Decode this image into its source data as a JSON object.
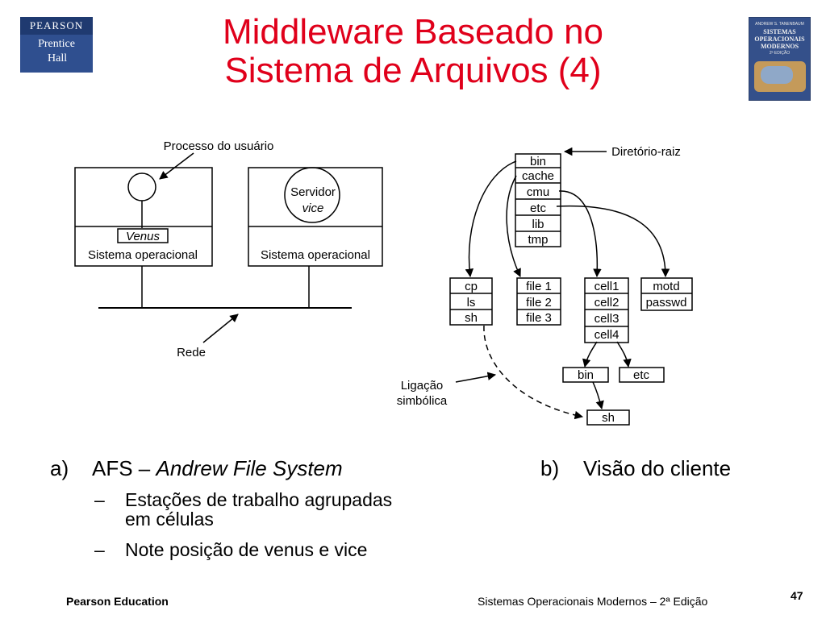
{
  "publisher_logo": {
    "line1": "PEARSON",
    "line2": "Prentice",
    "line3": "Hall"
  },
  "book_cover": {
    "author": "ANDREW S. TANENBAUM",
    "title_line1": "SISTEMAS",
    "title_line2": "OPERACIONAIS",
    "title_line3": "MODERNOS",
    "edition": "2ª EDIÇÃO"
  },
  "title": {
    "line1": "Middleware Baseado no",
    "line2": "Sistema de Arquivos (4)"
  },
  "figure_a": {
    "user_process_label": "Processo do usuário",
    "server_line1": "Servidor",
    "server_line2": "vice",
    "venus_label": "Venus",
    "os_label_left": "Sistema operacional",
    "os_label_right": "Sistema operacional",
    "network_label": "Rede"
  },
  "figure_b": {
    "root_label": "Diretório-raiz",
    "root_entries": [
      "bin",
      "cache",
      "cmu",
      "etc",
      "lib",
      "tmp"
    ],
    "bin_entries": [
      "cp",
      "ls",
      "sh"
    ],
    "cache_entries": [
      "file 1",
      "file 2",
      "file 3"
    ],
    "cmu_entries": [
      "cell1",
      "cell2",
      "cell3",
      "cell4"
    ],
    "etc_entries": [
      "motd",
      "passwd"
    ],
    "cell_entries": [
      "bin",
      "etc"
    ],
    "sh_target": "sh",
    "symlink_line1": "Ligação",
    "symlink_line2": "simbólica"
  },
  "bullets": {
    "a_marker": "a)",
    "a_prefix": "AFS – ",
    "a_italic": "Andrew File System",
    "sub_dash": "–",
    "sub1_line1": "Estações de trabalho agrupadas",
    "sub1_line2": "em células",
    "sub2": "Note posição de venus e vice",
    "b_marker": "b)",
    "b_text": "Visão do cliente"
  },
  "footer": {
    "left": "Pearson Education",
    "right": "Sistemas Operacionais Modernos – 2ª Edição",
    "page_number": "47"
  }
}
